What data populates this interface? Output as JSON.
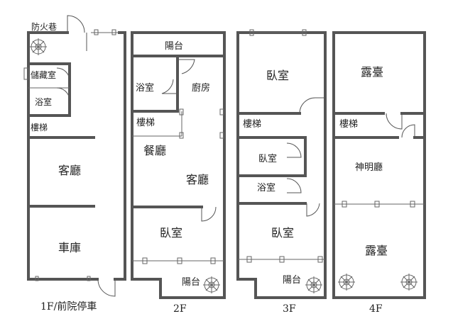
{
  "labels": {
    "fire_lane": "防火巷",
    "f1_storage": "儲藏室",
    "f1_bath": "浴室",
    "f1_stairs": "樓梯",
    "f1_living": "客廳",
    "f1_garage": "車庫",
    "f2_balcony_top": "陽台",
    "f2_bath": "浴室",
    "f2_kitchen": "廚房",
    "f2_stairs": "樓梯",
    "f2_dining": "餐廳",
    "f2_living": "客廳",
    "f2_bedroom": "臥室",
    "f2_balcony_bottom": "陽台",
    "f3_bedroom_top": "臥室",
    "f3_stairs": "樓梯",
    "f3_bedroom_mid": "臥室",
    "f3_bath": "浴室",
    "f3_bedroom_bottom": "臥室",
    "f3_balcony": "陽台",
    "f4_terrace_top": "露臺",
    "f4_stairs": "樓梯",
    "f4_shrine": "神明廳",
    "f4_terrace_bottom": "露臺"
  },
  "floors": {
    "f1": "1F/前院停車",
    "f2": "2F",
    "f3": "3F",
    "f4": "4F"
  }
}
